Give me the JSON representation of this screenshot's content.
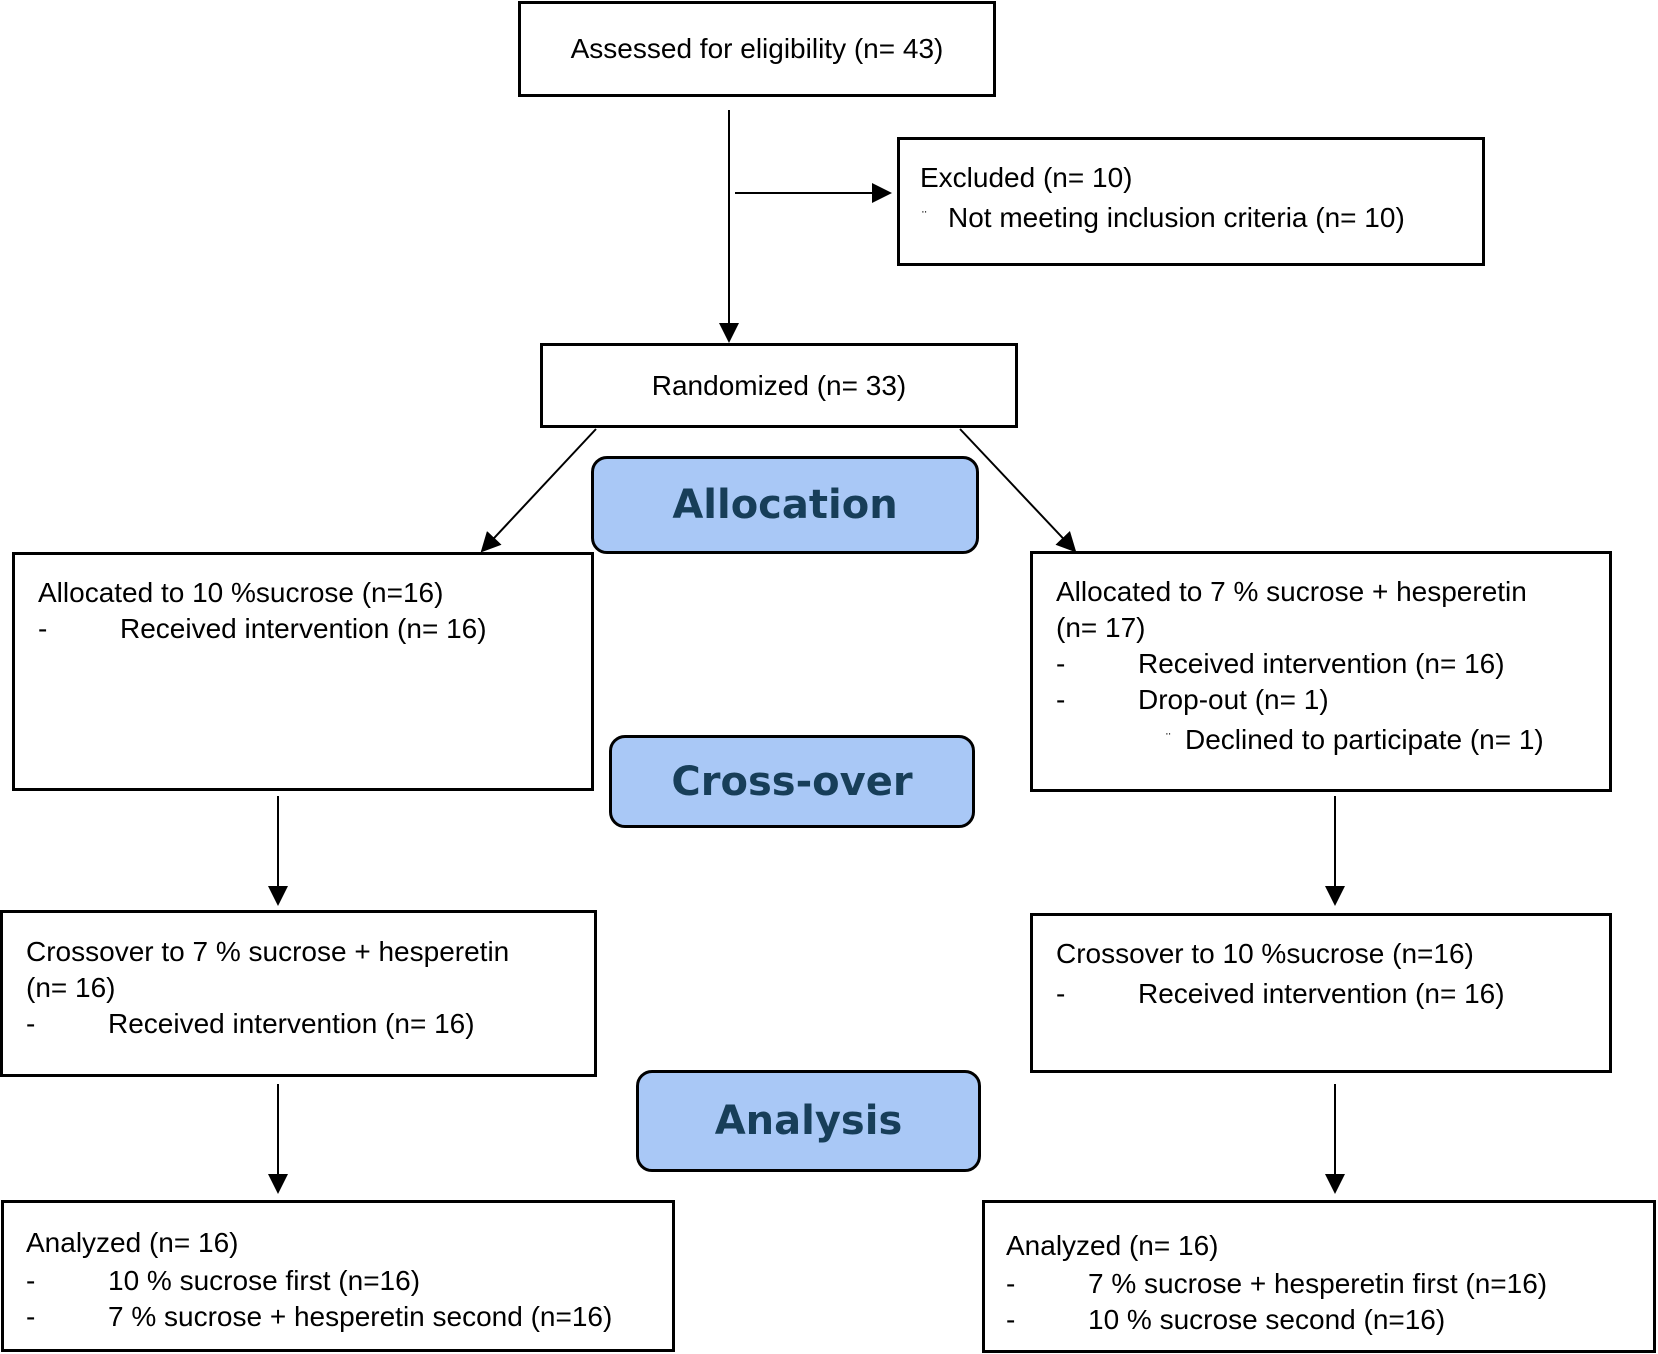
{
  "assessed": {
    "text": "Assessed for eligibility (n= 43)"
  },
  "excluded": {
    "title": "Excluded (n= 10)",
    "bullet": "¨",
    "reason": "Not meeting inclusion criteria (n= 10)"
  },
  "randomized": {
    "text": "Randomized (n= 33)"
  },
  "stages": {
    "allocation": "Allocation",
    "crossover": "Cross-over",
    "analysis": "Analysis"
  },
  "left_alloc": {
    "title": "Allocated to 10 %sucrose (n=16)",
    "items": [
      {
        "dash": "-",
        "text": "Received intervention (n= 16)"
      }
    ]
  },
  "right_alloc": {
    "title_line1": "Allocated to 7 % sucrose + hesperetin",
    "title_line2": "(n= 17)",
    "items": [
      {
        "dash": "-",
        "text": "Received intervention (n= 16)"
      },
      {
        "dash": "-",
        "text": "Drop-out (n= 1)"
      }
    ],
    "sub_bullet": "¨",
    "sub_item": "Declined to participate (n= 1)"
  },
  "left_cross": {
    "title_line1": "Crossover to 7 % sucrose + hesperetin",
    "title_line2": "(n= 16)",
    "items": [
      {
        "dash": "-",
        "text": "Received intervention (n= 16)"
      }
    ]
  },
  "right_cross": {
    "title": "Crossover to 10 %sucrose (n=16)",
    "items": [
      {
        "dash": "-",
        "text": "Received intervention (n= 16)"
      }
    ]
  },
  "left_analysis": {
    "title": "Analyzed (n= 16)",
    "items": [
      {
        "dash": "-",
        "text": "10 % sucrose first (n=16)"
      },
      {
        "dash": "-",
        "text": "7 % sucrose + hesperetin second (n=16)"
      }
    ]
  },
  "right_analysis": {
    "title": "Analyzed (n= 16)",
    "items": [
      {
        "dash": "-",
        "text": "7 % sucrose + hesperetin first (n=16)"
      },
      {
        "dash": "-",
        "text": "10 % sucrose second (n=16)"
      }
    ]
  }
}
